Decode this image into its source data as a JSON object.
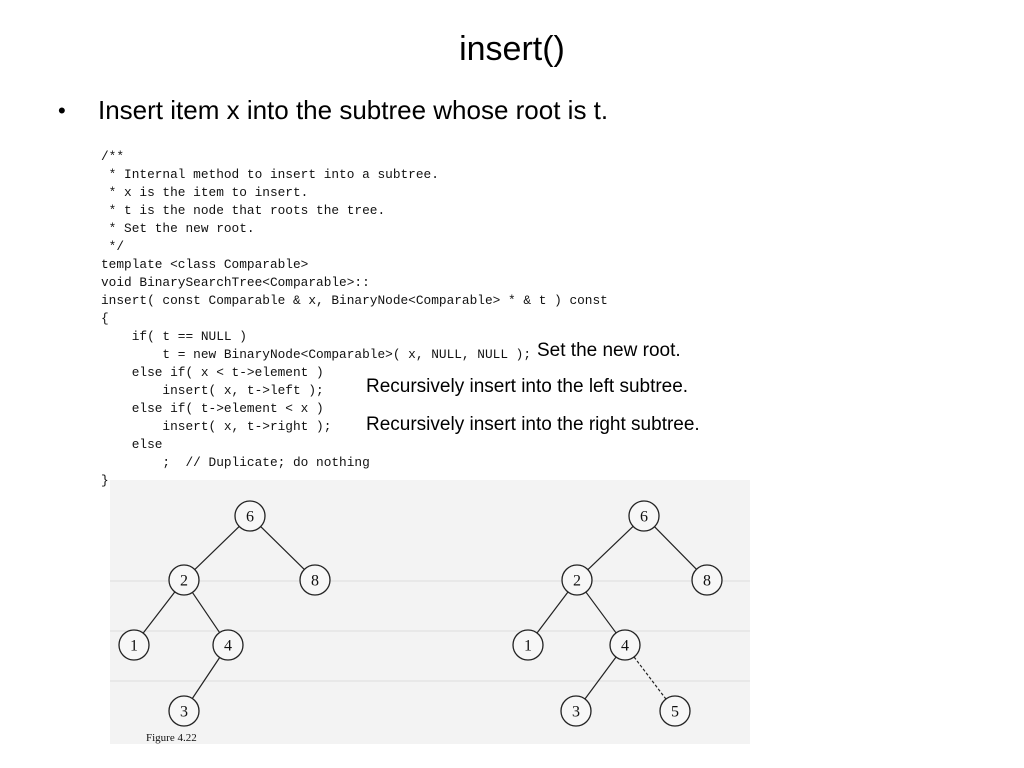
{
  "slide": {
    "title": "insert()",
    "bullet_glyph": "•",
    "bullet_text": "Insert item x into the subtree whose root is t."
  },
  "code_lines": [
    "/**",
    " * Internal method to insert into a subtree.",
    " * x is the item to insert.",
    " * t is the node that roots the tree.",
    " * Set the new root.",
    " */",
    "template <class Comparable>",
    "void BinarySearchTree<Comparable>::",
    "insert( const Comparable & x, BinaryNode<Comparable> * & t ) const",
    "{",
    "    if( t == NULL )",
    "        t = new BinaryNode<Comparable>( x, NULL, NULL );",
    "    else if( x < t->element )",
    "        insert( x, t->left );",
    "    else if( t->element < x )",
    "        insert( x, t->right );",
    "    else",
    "        ;  // Duplicate; do nothing",
    "}"
  ],
  "annotations": {
    "set_root": "Set the new root.",
    "left": "Recursively insert into the left subtree.",
    "right": "Recursively insert into the right subtree."
  },
  "figure": {
    "caption": "Figure 4.22",
    "tree_before": {
      "root": "6",
      "nodes": [
        "6",
        "2",
        "8",
        "1",
        "4",
        "3"
      ],
      "edges": [
        [
          "6",
          "2"
        ],
        [
          "6",
          "8"
        ],
        [
          "2",
          "1"
        ],
        [
          "2",
          "4"
        ],
        [
          "4",
          "3"
        ]
      ]
    },
    "tree_after": {
      "root": "6",
      "nodes": [
        "6",
        "2",
        "8",
        "1",
        "4",
        "3",
        "5"
      ],
      "edges": [
        [
          "6",
          "2"
        ],
        [
          "6",
          "8"
        ],
        [
          "2",
          "1"
        ],
        [
          "2",
          "4"
        ],
        [
          "4",
          "3"
        ],
        [
          "4",
          "5"
        ]
      ],
      "dashed_edges": [
        [
          "4",
          "5"
        ]
      ]
    }
  }
}
